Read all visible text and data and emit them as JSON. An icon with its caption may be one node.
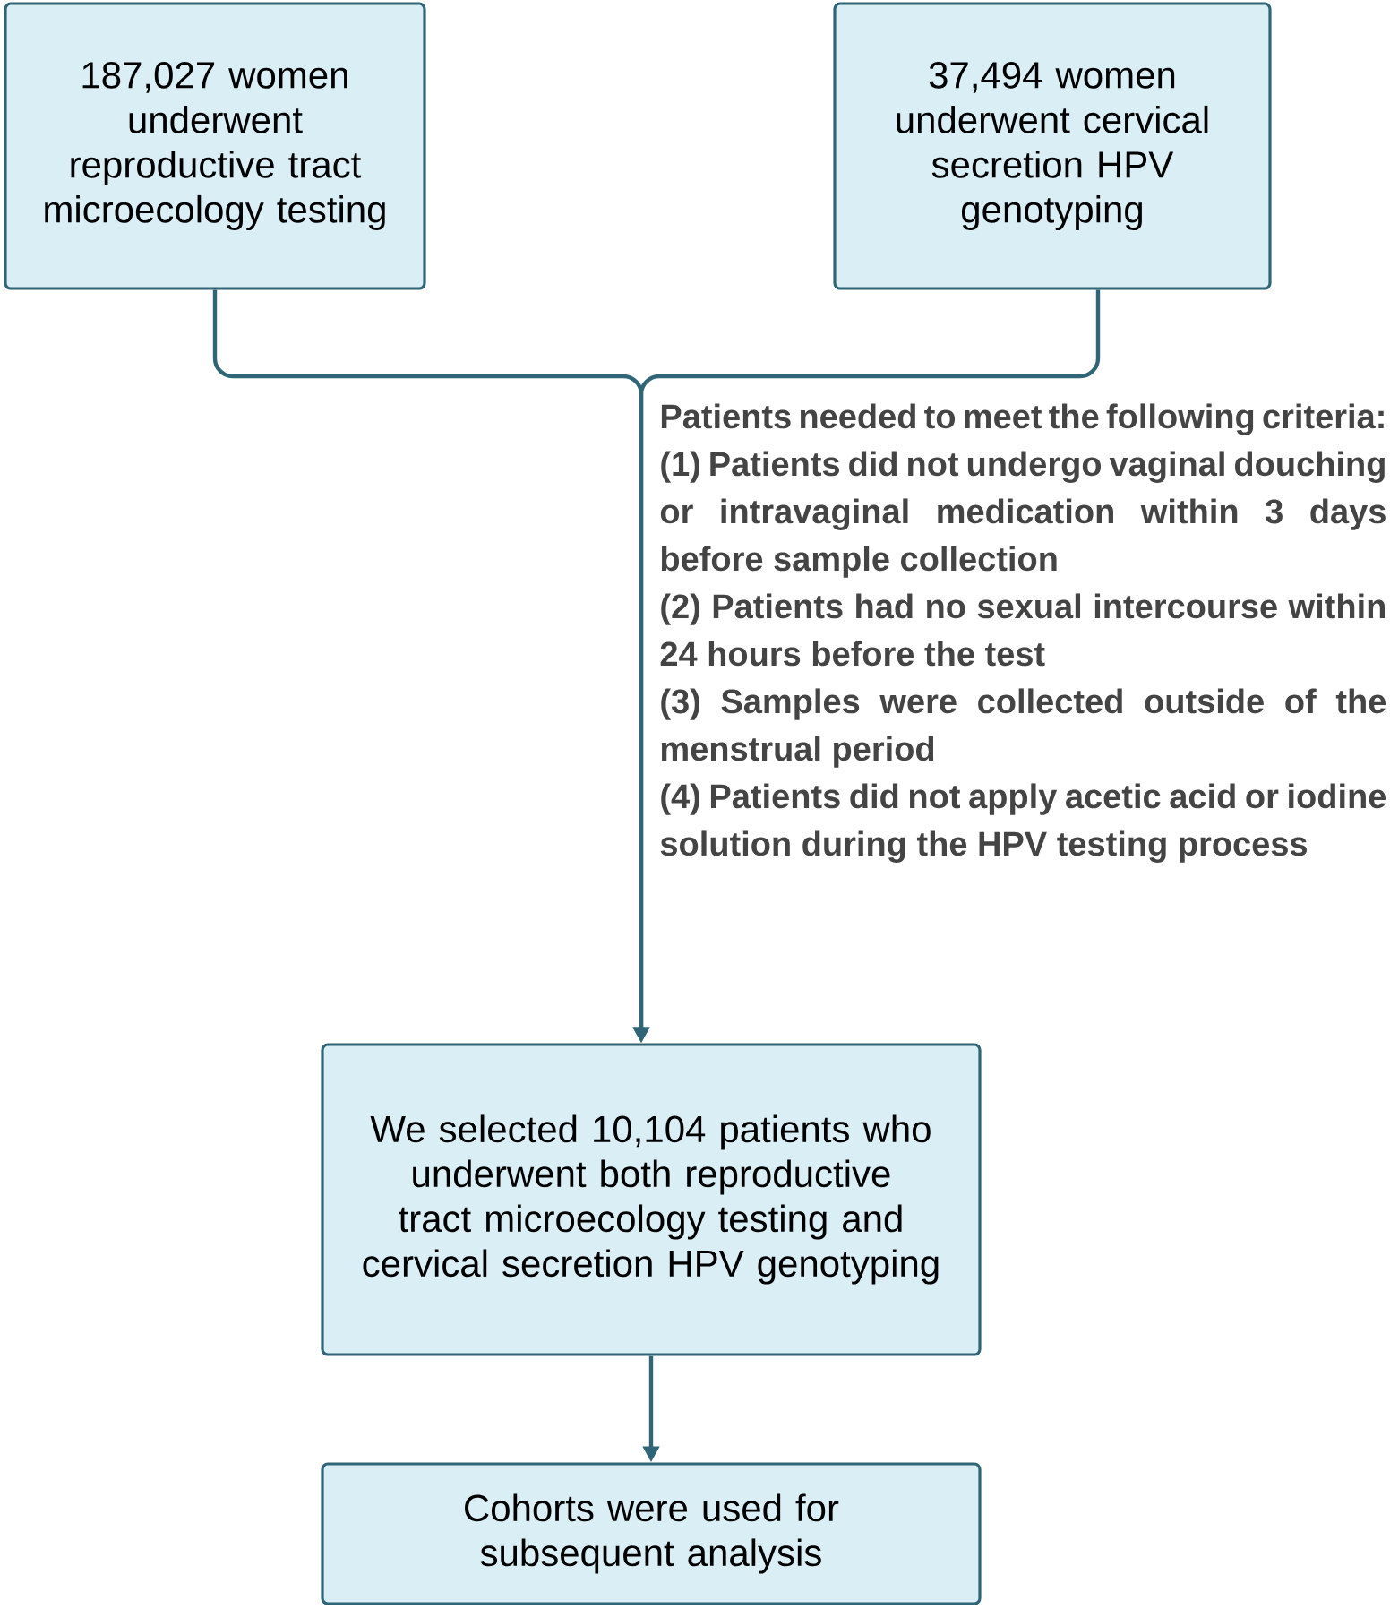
{
  "diagram": {
    "nodes": [
      {
        "text": [
          "187,027 women underwent reproductive tract microecology testing"
        ]
      },
      {
        "text": [
          "37,494 women underwent cervical secretion HPV genotyping"
        ]
      },
      {
        "text": [
          "We selected 10,104 patients who underwent both reproductive tract microecology testing and cervical secretion HPV genotyping"
        ]
      },
      {
        "text": [
          "Cohorts were used for subsequent analysis"
        ]
      }
    ],
    "edges": [
      {
        "from": 0,
        "to": 2,
        "arrow": "to"
      },
      {
        "from": 1,
        "to": 2,
        "arrow": "to"
      },
      {
        "from": 2,
        "to": 3,
        "arrow": "to"
      }
    ],
    "labels": [
      "Patients needed to meet the following criteria:",
      "(1) Patients did not undergo vaginal douching or intravaginal medication within 3 days before sample collection",
      "(2) Patients had no sexual intercourse within 24 hours before the test",
      "(3) Samples were collected outside of the menstrual period",
      "(4) Patients did not apply acetic acid or iodine solution during the HPV testing process"
    ]
  }
}
